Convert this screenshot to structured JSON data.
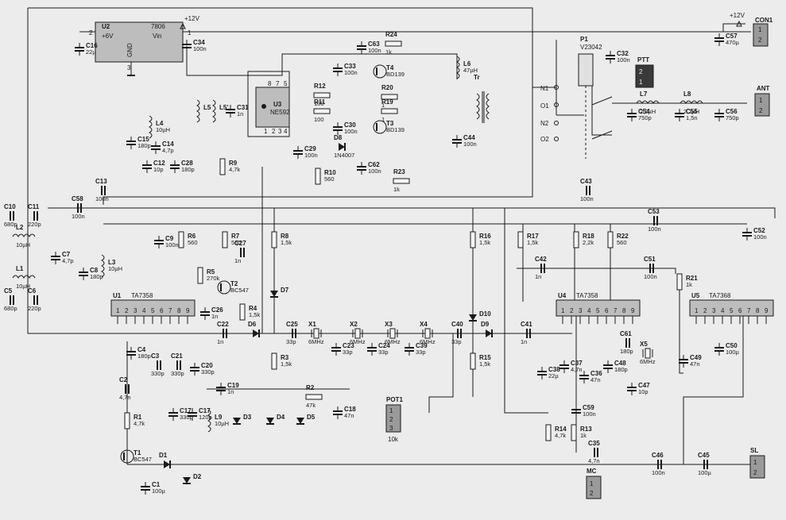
{
  "modules": {
    "u2": {
      "ref": "U2",
      "part": "7806",
      "pin_in": "+6V",
      "pin_out": "Vin",
      "gnd": "GND",
      "p1": "1",
      "p2": "2",
      "p3": "3"
    },
    "u3": {
      "ref": "U3",
      "part": "NE592",
      "pins": [
        "8",
        "7",
        "5",
        "1",
        "2",
        "3",
        "4"
      ]
    },
    "u1": {
      "ref": "U1",
      "part": "TA7358",
      "pins": [
        "1",
        "2",
        "3",
        "4",
        "5",
        "6",
        "7",
        "8",
        "9"
      ]
    },
    "u4": {
      "ref": "U4",
      "part": "TA7358",
      "pins": [
        "1",
        "2",
        "3",
        "4",
        "5",
        "6",
        "7",
        "8",
        "9"
      ]
    },
    "u5": {
      "ref": "U5",
      "part": "TA7368",
      "pins": [
        "1",
        "2",
        "3",
        "4",
        "5",
        "6",
        "7",
        "8",
        "9"
      ]
    },
    "p1": {
      "ref": "P1",
      "part": "V23042"
    },
    "con1": {
      "ref": "CON1",
      "pins": [
        "1",
        "2"
      ]
    },
    "ptt": {
      "ref": "PTT",
      "pins": [
        "2",
        "1"
      ]
    },
    "ant": {
      "ref": "ANT",
      "pins": [
        "1",
        "2"
      ]
    },
    "pot1": {
      "ref": "POT1",
      "value": "10k",
      "pins": [
        "1",
        "2",
        "3"
      ]
    },
    "mc": {
      "ref": "MC",
      "pins": [
        "1",
        "2"
      ]
    },
    "sl": {
      "ref": "SL",
      "pins": [
        "1",
        "2"
      ]
    }
  },
  "supply": {
    "v12a": "+12V",
    "v12b": "+12V"
  },
  "relay_contacts": {
    "n1": "N1",
    "o1": "O1",
    "n2": "N2",
    "o2": "O2"
  },
  "tr": "Tr",
  "components": {
    "c16": {
      "ref": "C16",
      "val": "22µ"
    },
    "c34": {
      "ref": "C34",
      "val": "100n"
    },
    "c57": {
      "ref": "C57",
      "val": "470µ"
    },
    "c32": {
      "ref": "C32",
      "val": "100n"
    },
    "r24": {
      "ref": "R24",
      "val": "1k"
    },
    "c63": {
      "ref": "C63",
      "val": "100n"
    },
    "c33": {
      "ref": "C33",
      "val": "100n"
    },
    "t4": {
      "ref": "T4",
      "val": "BD139"
    },
    "l6": {
      "ref": "L6",
      "val": "47µH"
    },
    "l5": {
      "ref": "L5"
    },
    "l5p": {
      "ref": "L5'"
    },
    "c31": {
      "ref": "C31",
      "val": "1n"
    },
    "r12": {
      "ref": "R12",
      "val": "100"
    },
    "r11": {
      "ref": "R11",
      "val": "100"
    },
    "r20": {
      "ref": "R20",
      "val": "1"
    },
    "r19": {
      "ref": "R19",
      "val": "1"
    },
    "c30": {
      "ref": "C30",
      "val": "100n"
    },
    "t3": {
      "ref": "T3",
      "val": "BD139"
    },
    "c44": {
      "ref": "C44",
      "val": "100n"
    },
    "l4": {
      "ref": "L4",
      "val": "10µH"
    },
    "c15": {
      "ref": "C15",
      "val": "180p"
    },
    "c14": {
      "ref": "C14",
      "val": "4,7p"
    },
    "c29": {
      "ref": "C29",
      "val": "100n"
    },
    "d8": {
      "ref": "D8",
      "val": "1N4007"
    },
    "c62": {
      "ref": "C62",
      "val": "100n"
    },
    "r23": {
      "ref": "R23",
      "val": "1k"
    },
    "c12": {
      "ref": "C12",
      "val": "10p"
    },
    "c28": {
      "ref": "C28",
      "val": "180p"
    },
    "r9": {
      "ref": "R9",
      "val": "4,7k"
    },
    "r10": {
      "ref": "R10",
      "val": "560"
    },
    "l7": {
      "ref": "L7",
      "val": "2,2µH"
    },
    "l8": {
      "ref": "L8",
      "val": "2,2µH"
    },
    "c54": {
      "ref": "C54",
      "val": "750p"
    },
    "c55": {
      "ref": "C55",
      "val": "1,5n"
    },
    "c56": {
      "ref": "C56",
      "val": "750p"
    },
    "c10": {
      "ref": "C10",
      "val": "680p"
    },
    "c11": {
      "ref": "C11",
      "val": "220p"
    },
    "l2": {
      "ref": "L2",
      "val": "10µH"
    },
    "c13": {
      "ref": "C13",
      "val": "100n"
    },
    "c58": {
      "ref": "C58",
      "val": "100n"
    },
    "c43": {
      "ref": "C43",
      "val": "100n"
    },
    "c53": {
      "ref": "C53",
      "val": "100n"
    },
    "c52": {
      "ref": "C52",
      "val": "100n"
    },
    "c7": {
      "ref": "C7",
      "val": "4,7p"
    },
    "l1": {
      "ref": "L1",
      "val": "10µH"
    },
    "c5": {
      "ref": "C5",
      "val": "680p"
    },
    "c6": {
      "ref": "C6",
      "val": "220p"
    },
    "c8": {
      "ref": "C8",
      "val": "180p"
    },
    "l3": {
      "ref": "L3",
      "val": "10µH"
    },
    "c9": {
      "ref": "C9",
      "val": "100n"
    },
    "r6": {
      "ref": "R6",
      "val": "560"
    },
    "r7": {
      "ref": "R7",
      "val": "560"
    },
    "c27": {
      "ref": "C27",
      "val": "1n"
    },
    "r8": {
      "ref": "R8",
      "val": "1,5k"
    },
    "r5": {
      "ref": "R5",
      "val": "270k"
    },
    "t2": {
      "ref": "T2",
      "val": "BC547"
    },
    "c26": {
      "ref": "C26",
      "val": "1n"
    },
    "r4": {
      "ref": "R4",
      "val": "1,5k"
    },
    "d7": {
      "ref": "D7"
    },
    "d6": {
      "ref": "D6"
    },
    "c22": {
      "ref": "C22",
      "val": "1n"
    },
    "c25": {
      "ref": "C25",
      "val": "33p"
    },
    "x1": {
      "ref": "X1",
      "val": "6MHz"
    },
    "x2": {
      "ref": "X2",
      "val": "6MHz"
    },
    "x3": {
      "ref": "X3",
      "val": "6MHz"
    },
    "x4": {
      "ref": "X4",
      "val": "6MHz"
    },
    "c23": {
      "ref": "C23",
      "val": "33p"
    },
    "c24": {
      "ref": "C24",
      "val": "33p"
    },
    "c39": {
      "ref": "C39",
      "val": "33p"
    },
    "c40": {
      "ref": "C40",
      "val": "33p"
    },
    "d9": {
      "ref": "D9"
    },
    "d10": {
      "ref": "D10"
    },
    "c41": {
      "ref": "C41",
      "val": "1n"
    },
    "r3": {
      "ref": "R3",
      "val": "1,5k"
    },
    "r15": {
      "ref": "R15",
      "val": "1,5k"
    },
    "r16": {
      "ref": "R16",
      "val": "1,5k"
    },
    "r17": {
      "ref": "R17",
      "val": "1,5k"
    },
    "r18": {
      "ref": "R18",
      "val": "2,2k"
    },
    "r22": {
      "ref": "R22",
      "val": "560"
    },
    "c42": {
      "ref": "C42",
      "val": "1n"
    },
    "c51": {
      "ref": "C51",
      "val": "100n"
    },
    "r21": {
      "ref": "R21",
      "val": "1k"
    },
    "c4": {
      "ref": "C4",
      "val": "180p"
    },
    "c3": {
      "ref": "C3",
      "val": "330p"
    },
    "c21": {
      "ref": "C21",
      "val": "330p"
    },
    "c20": {
      "ref": "C20",
      "val": "330p"
    },
    "c2": {
      "ref": "C2",
      "val": "4,7n"
    },
    "c19": {
      "ref": "C19",
      "val": "1n"
    },
    "r2": {
      "ref": "R2",
      "val": "47k"
    },
    "c17a": {
      "ref": "C17",
      "val": "330p"
    },
    "c17b": {
      "ref": "C17",
      "val": "120p"
    },
    "l9": {
      "ref": "L9",
      "val": "10µH"
    },
    "d3": {
      "ref": "D3"
    },
    "d4": {
      "ref": "D4"
    },
    "d5": {
      "ref": "D5"
    },
    "c18": {
      "ref": "C18",
      "val": "47n"
    },
    "r1": {
      "ref": "R1",
      "val": "4,7k"
    },
    "t1": {
      "ref": "T1",
      "val": "BC547"
    },
    "d1": {
      "ref": "D1"
    },
    "d2": {
      "ref": "D2"
    },
    "c1": {
      "ref": "C1",
      "val": "100µ"
    },
    "c38": {
      "ref": "C38",
      "val": "22µ"
    },
    "c37": {
      "ref": "C37",
      "val": "4,7n"
    },
    "c36": {
      "ref": "C36",
      "val": "47n"
    },
    "c48": {
      "ref": "C48",
      "val": "180p"
    },
    "c61": {
      "ref": "C61",
      "val": "180p"
    },
    "x5": {
      "ref": "X5",
      "val": "6MHz"
    },
    "c47": {
      "ref": "C47",
      "val": "10p"
    },
    "c49": {
      "ref": "C49",
      "val": "47n"
    },
    "c50": {
      "ref": "C50",
      "val": "100µ"
    },
    "c59": {
      "ref": "C59",
      "val": "100n"
    },
    "r14": {
      "ref": "R14",
      "val": "4,7k"
    },
    "r13": {
      "ref": "R13",
      "val": "1k"
    },
    "c35": {
      "ref": "C35",
      "val": "4,7n"
    },
    "c46": {
      "ref": "C46",
      "val": "100n"
    },
    "c45": {
      "ref": "C45",
      "val": "100µ"
    }
  }
}
